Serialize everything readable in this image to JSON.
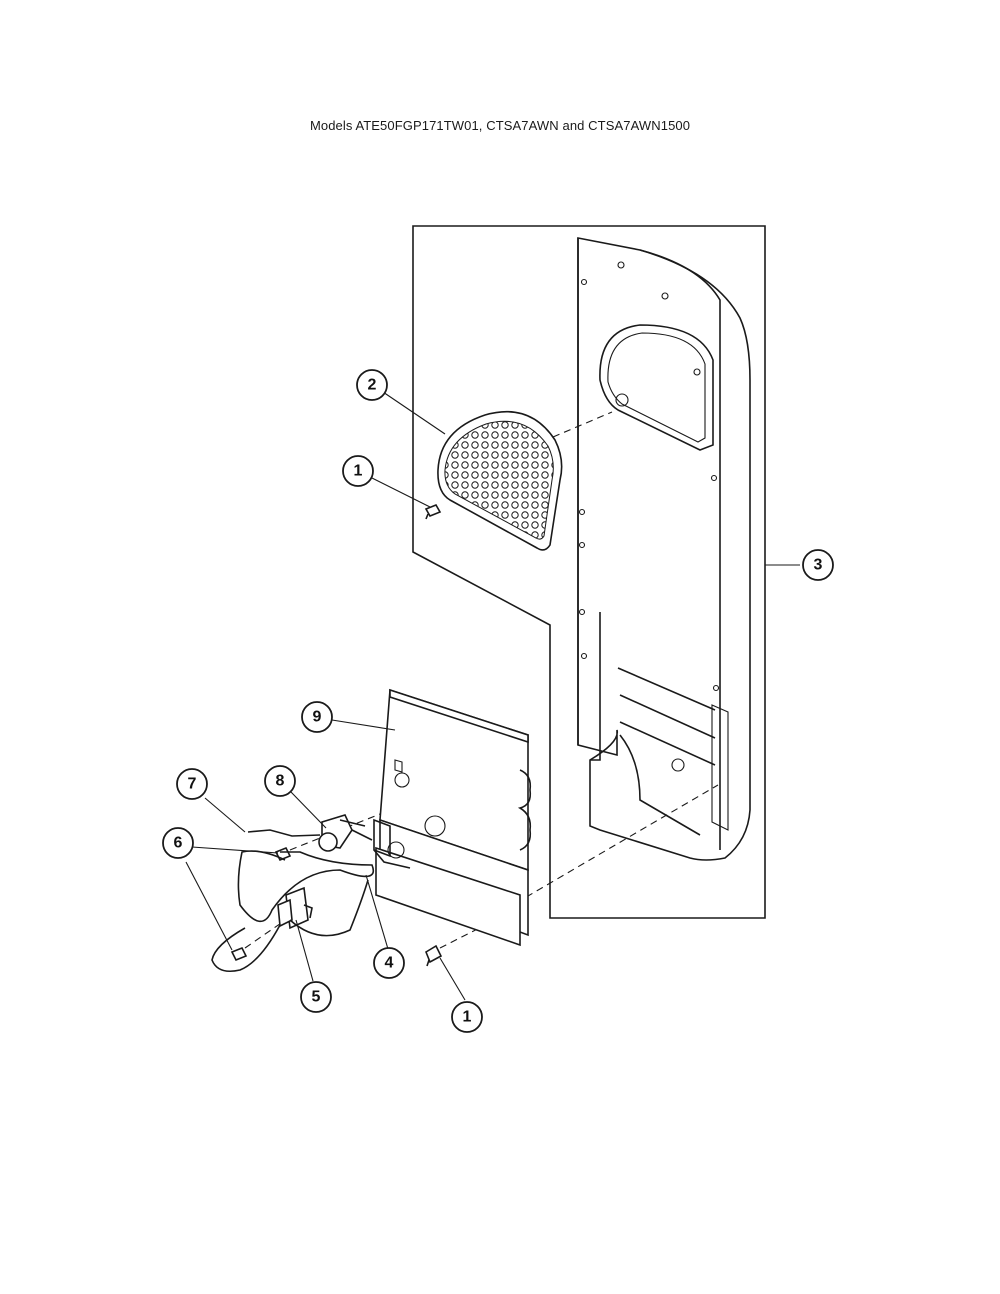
{
  "title": "Models ATE50FGP171TW01, CTSA7AWN and CTSA7AWN1500",
  "callouts": [
    {
      "id": "c2",
      "label": "2"
    },
    {
      "id": "c1a",
      "label": "1"
    },
    {
      "id": "c3",
      "label": "3"
    },
    {
      "id": "c9",
      "label": "9"
    },
    {
      "id": "c7",
      "label": "7"
    },
    {
      "id": "c8",
      "label": "8"
    },
    {
      "id": "c6",
      "label": "6"
    },
    {
      "id": "c4",
      "label": "4"
    },
    {
      "id": "c5",
      "label": "5"
    },
    {
      "id": "c1b",
      "label": "1"
    }
  ]
}
